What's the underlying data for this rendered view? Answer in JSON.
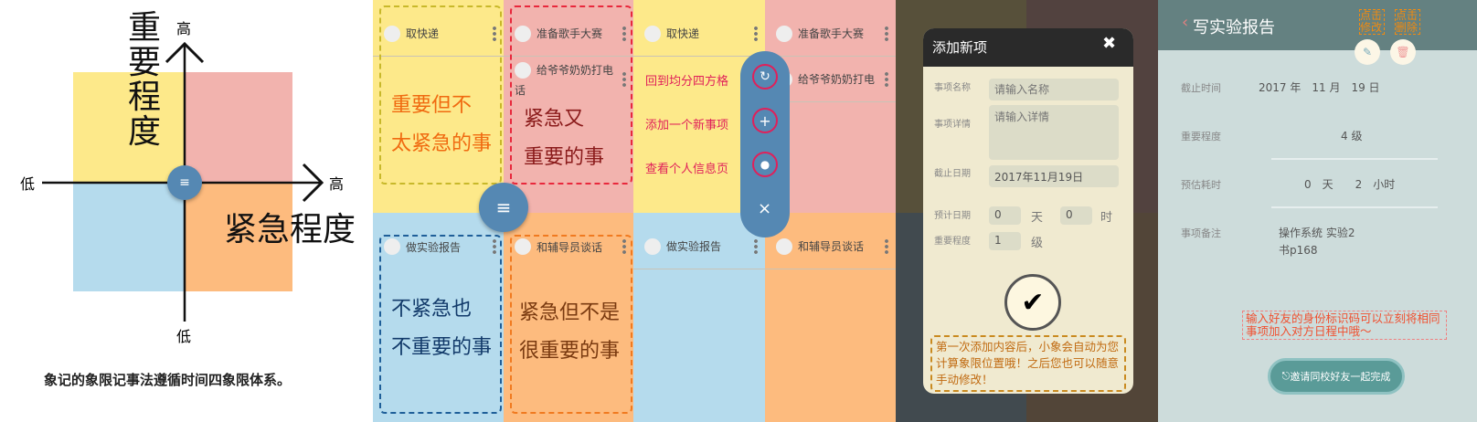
{
  "panel1": {
    "y_axis_title": "重要程度",
    "x_axis_title": "紧急程度",
    "y_high": "高",
    "y_low": "低",
    "x_high": "高",
    "x_low": "低",
    "caption": "象记的象限记事法遵循时间四象限体系。"
  },
  "colors": {
    "yellow": "#fde98a",
    "pink": "#f2b3ae",
    "blue": "#b5dbed",
    "orange": "#fdbb7e",
    "fab": "#5588b3"
  },
  "quadrants": {
    "important_not_urgent": {
      "items": [
        "取快递"
      ],
      "label1": "重要但不",
      "label2": "太紧急的事"
    },
    "urgent_important": {
      "items": [
        "准备歌手大赛",
        "给爷爷奶奶打电",
        "话"
      ],
      "label1": "紧急又",
      "label2": "重要的事"
    },
    "neither": {
      "items": [
        "做实验报告"
      ],
      "label1": "不紧急也",
      "label2": "不重要的事"
    },
    "urgent_not_important": {
      "items": [
        "和辅导员谈话"
      ],
      "label1": "紧急但不是",
      "label2": "很重要的事"
    }
  },
  "menu_screen": {
    "items": {
      "yl": "取快递",
      "pk1": "准备歌手大赛",
      "pk2": "给爷爷奶奶打电",
      "bl": "做实验报告",
      "or": "和辅导员谈话"
    },
    "hints": [
      "回到均分四方格",
      "添加一个新事项",
      "查看个人信息页"
    ],
    "close": "×",
    "menu_icon": "≡"
  },
  "add_dialog": {
    "title": "添加新项",
    "close": "✖",
    "name_label": "事项名称",
    "name_placeholder": "请输入名称",
    "detail_label": "事项详情",
    "detail_placeholder": "请输入详情",
    "deadline_label": "截止日期",
    "deadline_value": "2017年11月19日",
    "estimate_label": "预计日期",
    "days_value": "0",
    "days_unit": "天",
    "hours_value": "0",
    "hours_unit": "时",
    "importance_label": "重要程度",
    "importance_value": "1",
    "importance_unit": "级",
    "confirm": "✔",
    "hint": "第一次添加内容后，小象会自动为您计算象限位置哦！之后您也可以随意手动修改！"
  },
  "detail": {
    "back": "‹",
    "title": "写实验报告",
    "edit_hint": "点击修改",
    "delete_hint": "点击删除",
    "deadline_label": "截止时间",
    "deadline_value": "2017 年　11 月　19 日",
    "importance_label": "重要程度",
    "importance_value": "4 级",
    "estimate_label": "预估耗时",
    "estimate_value": "0　天　　2　小时",
    "note_label": "事项备注",
    "note_line1": "操作系统 实验2",
    "note_line2": "书p168",
    "invite_hint": "输入好友的身份标识码可以立刻将相同事项加入对方日程中哦～",
    "invite_button": "邀请同校好友一起完成"
  }
}
